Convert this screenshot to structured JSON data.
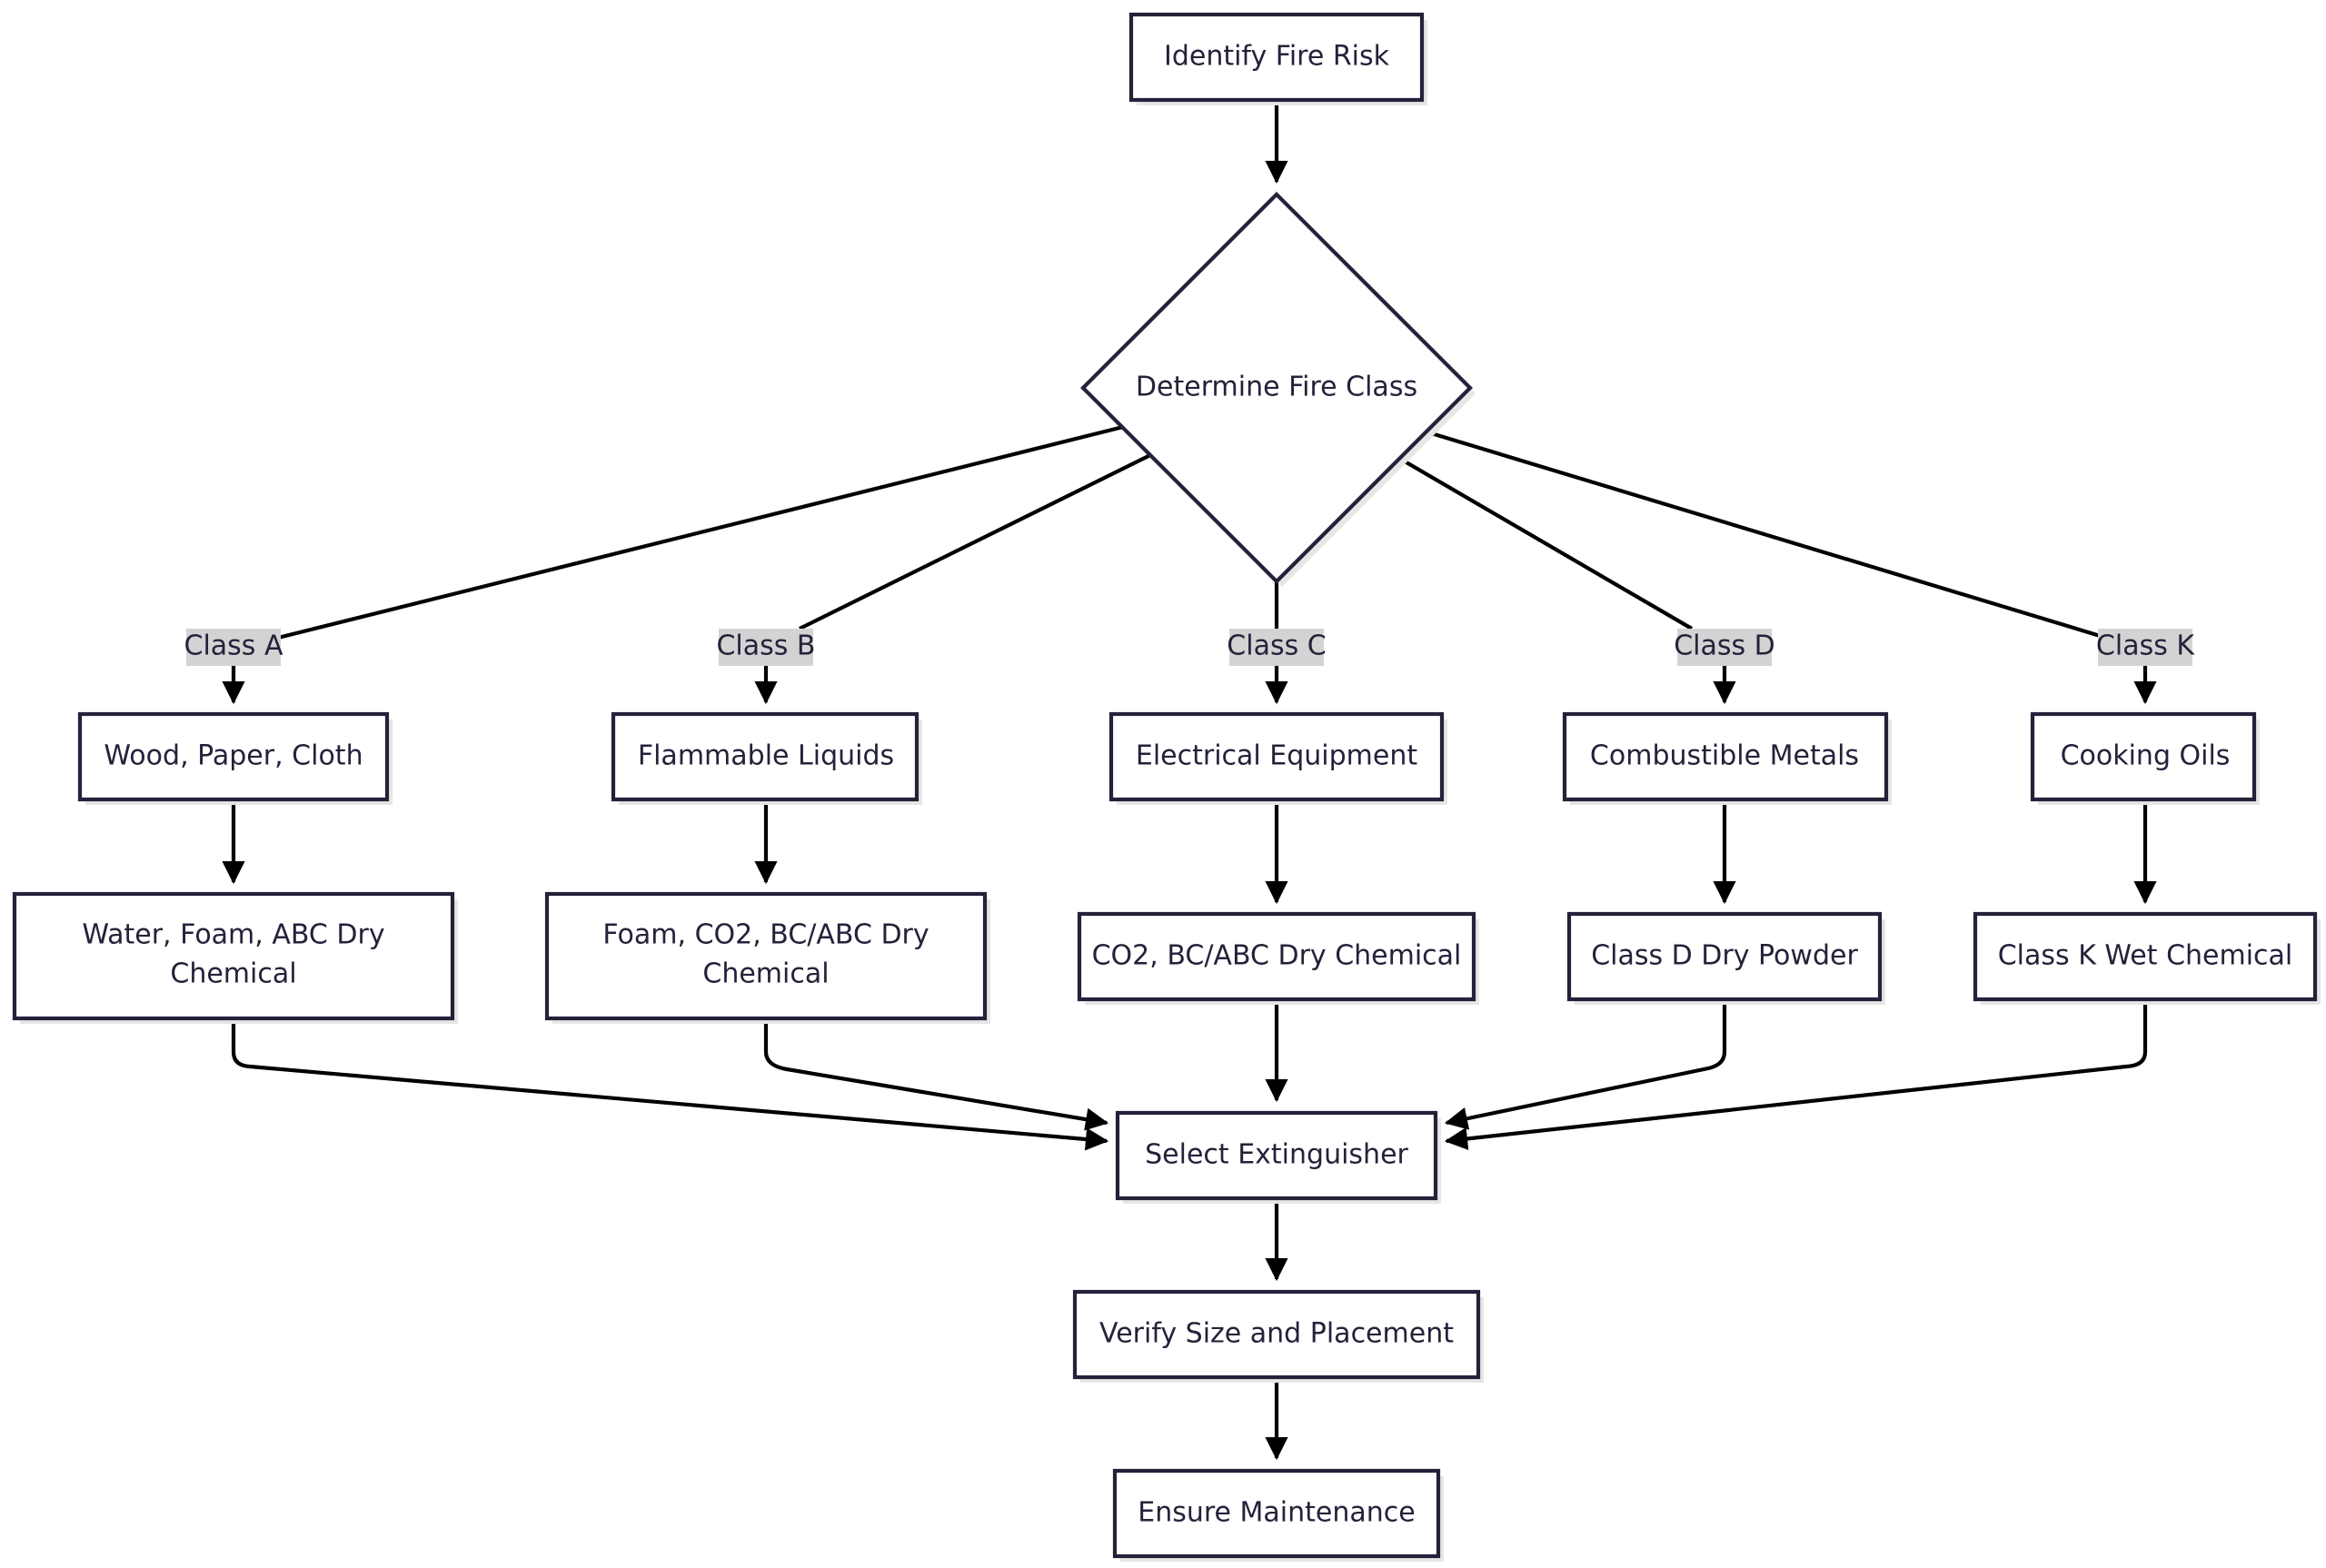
{
  "nodes": {
    "identify": "Identify Fire Risk",
    "determine": "Determine Fire Class",
    "wood": "Wood, Paper, Cloth",
    "flammable": "Flammable Liquids",
    "electrical": "Electrical Equipment",
    "metals": "Combustible Metals",
    "oils": "Cooking Oils",
    "water_foam": [
      "Water, Foam, ABC Dry",
      "Chemical"
    ],
    "foam_co2": [
      "Foam, CO2, BC/ABC Dry",
      "Chemical"
    ],
    "co2_bc": "CO2, BC/ABC Dry Chemical",
    "dry_powder": "Class D Dry Powder",
    "wet_chemical": "Class K Wet Chemical",
    "select": "Select Extinguisher",
    "verify": "Verify Size and Placement",
    "maintenance": "Ensure Maintenance"
  },
  "edge_labels": {
    "class_a": "Class A",
    "class_b": "Class B",
    "class_c": "Class C",
    "class_d": "Class D",
    "class_k": "Class K"
  },
  "colors": {
    "node_stroke": "#24223a",
    "node_fill": "#ffffff",
    "edge": "#000000",
    "edge_label_bg": "#d3d3d3"
  }
}
